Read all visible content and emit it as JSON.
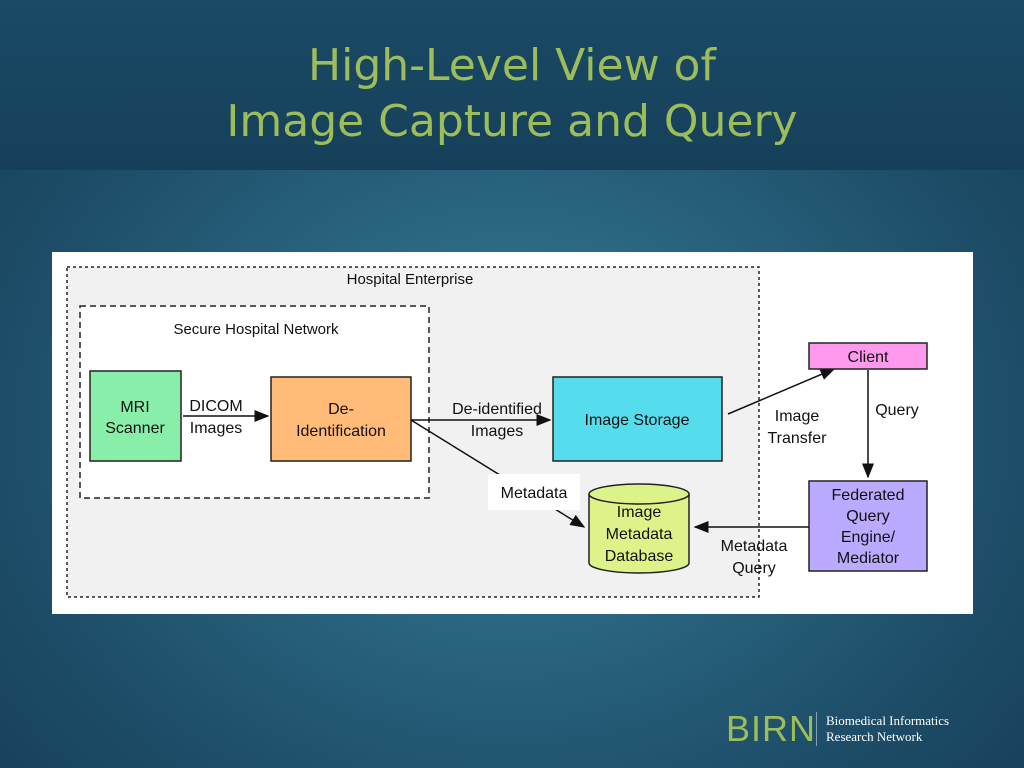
{
  "title": {
    "line1": "High-Level View of",
    "line2": "Image Capture and Query"
  },
  "diagram": {
    "hospital_enterprise": "Hospital Enterprise",
    "secure_network": "Secure Hospital Network",
    "mri": {
      "line1": "MRI",
      "line2": "Scanner"
    },
    "dicom": {
      "line1": "DICOM",
      "line2": "Images"
    },
    "deid": {
      "line1": "De-",
      "line2": "Identification"
    },
    "deid_images": {
      "line1": "De-identified",
      "line2": "Images"
    },
    "image_storage": "Image Storage",
    "metadata_label": "Metadata",
    "metadata_db": {
      "line1": "Image",
      "line2": "Metadata",
      "line3": "Database"
    },
    "image_transfer": {
      "line1": "Image",
      "line2": "Transfer"
    },
    "client": "Client",
    "query_label": "Query",
    "federated": {
      "line1": "Federated",
      "line2": "Query",
      "line3": "Engine/",
      "line4": "Mediator"
    },
    "metadata_query": {
      "line1": "Metadata",
      "line2": "Query"
    },
    "colors": {
      "mri": "#88eeaa",
      "deid": "#ffbb77",
      "storage": "#55ddee",
      "database": "#ddf288",
      "client": "#ff99ee",
      "federated": "#bbaaff"
    }
  },
  "footer": {
    "logo": "BIRN",
    "line1": "Biomedical Informatics",
    "line2": "Research Network"
  }
}
